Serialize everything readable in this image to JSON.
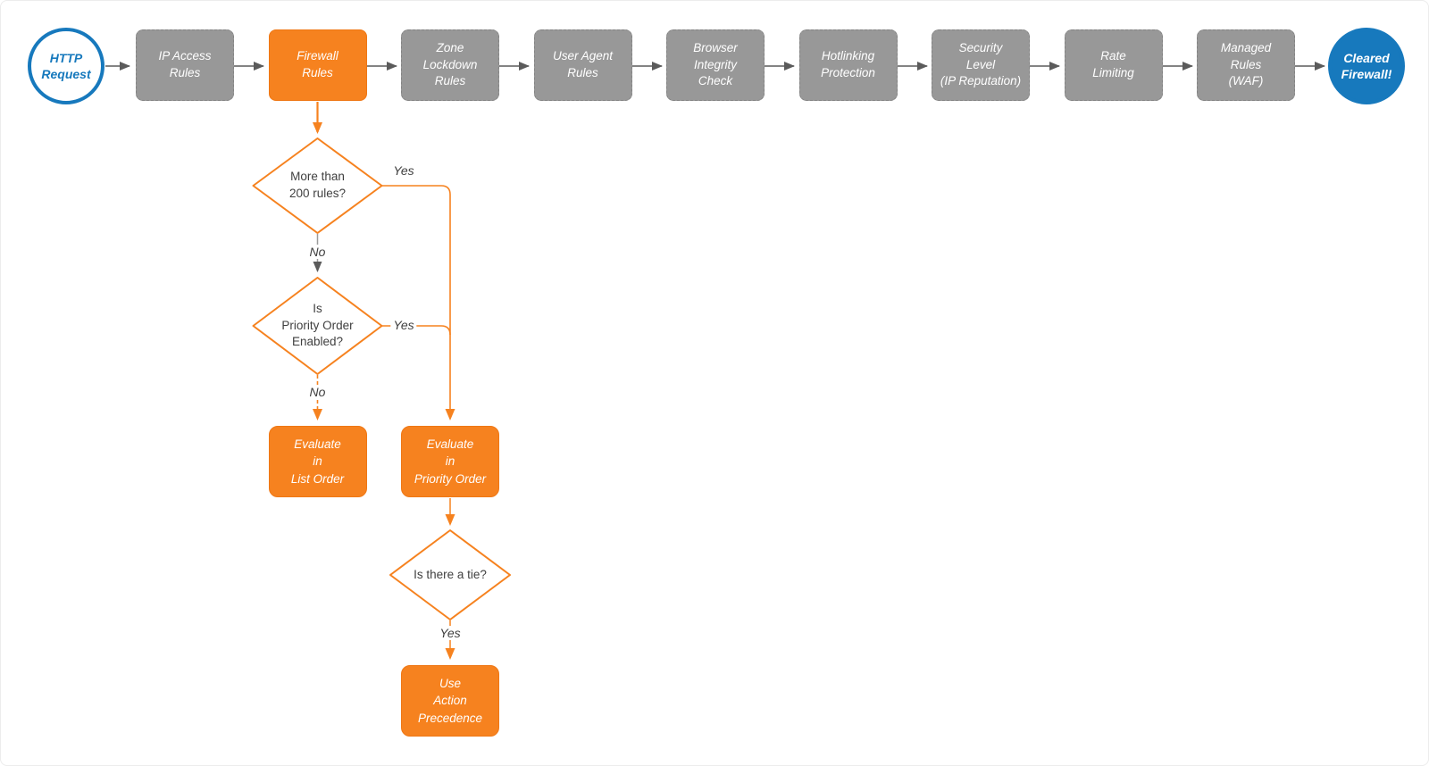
{
  "title": "HTTP request firewall evaluation flowchart",
  "colors": {
    "highlight_orange": "#F6821F",
    "stage_gray": "#989898",
    "node_blue": "#1779BD",
    "arrow_gray": "#5B5B5B",
    "text_dark": "#3F3F3F",
    "background": "#FFFFFF"
  },
  "flow": {
    "start": {
      "label": "HTTP\nRequest"
    },
    "stages": [
      {
        "label": "IP Access\nRules",
        "highlighted": false
      },
      {
        "label": "Firewall\nRules",
        "highlighted": true
      },
      {
        "label": "Zone\nLockdown\nRules",
        "highlighted": false
      },
      {
        "label": "User Agent\nRules",
        "highlighted": false
      },
      {
        "label": "Browser\nIntegrity\nCheck",
        "highlighted": false
      },
      {
        "label": "Hotlinking\nProtection",
        "highlighted": false
      },
      {
        "label": "Security\nLevel\n(IP Reputation)",
        "highlighted": false
      },
      {
        "label": "Rate\nLimiting",
        "highlighted": false
      },
      {
        "label": "Managed\nRules\n(WAF)",
        "highlighted": false
      }
    ],
    "end": {
      "label": "Cleared\nFirewall!"
    },
    "decisions": [
      {
        "label": "More than\n200 rules?",
        "yes_label": "Yes",
        "no_label": "No"
      },
      {
        "label": "Is\nPriority Order\nEnabled?",
        "yes_label": "Yes",
        "no_label": "No"
      },
      {
        "label": "Is there a tie?",
        "yes_label": "Yes"
      }
    ],
    "actions": [
      {
        "label": "Evaluate\nin\nList Order"
      },
      {
        "label": "Evaluate\nin\nPriority Order"
      },
      {
        "label": "Use\nAction\nPrecedence"
      }
    ]
  }
}
